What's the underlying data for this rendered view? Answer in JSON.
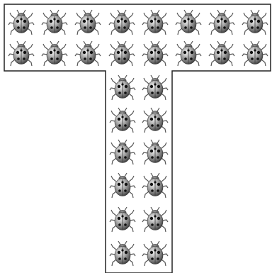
{
  "figure": {
    "shape": "T",
    "background": "#ffffff",
    "outline_color": "#222222",
    "bar": {
      "rows": 2,
      "columns": 8
    },
    "stem": {
      "rows": 6,
      "columns": 2
    },
    "bug": {
      "kind": "ladybug-icon",
      "body_colors": [
        "#f2f2f2",
        "#b9b9b9",
        "#6e6e6e",
        "#2e2e2e"
      ],
      "spot_color": "#111111",
      "leg_color": "#555555"
    },
    "total_bugs": 28
  }
}
